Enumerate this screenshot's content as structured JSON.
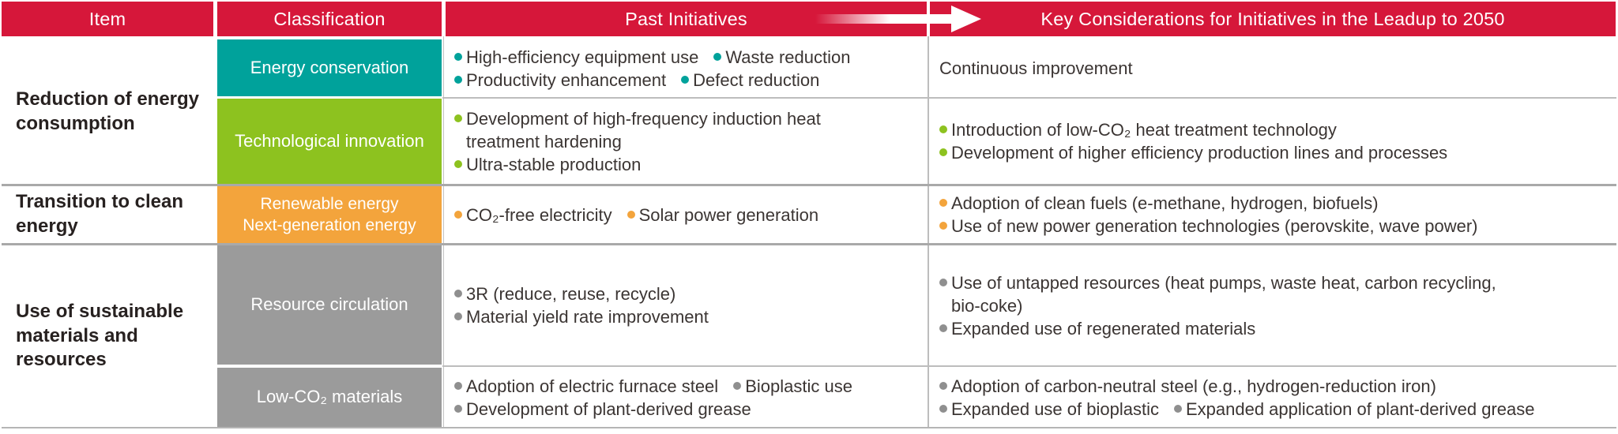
{
  "header": {
    "item": "Item",
    "classification": "Classification",
    "past": "Past Initiatives",
    "key": "Key Considerations for Initiatives in the Leadup to 2050"
  },
  "colors": {
    "red": "#d6173a",
    "teal": "#00a29b",
    "green": "#8dc21f",
    "orange": "#f3a43c",
    "gray": "#9b9b9b"
  },
  "groups": [
    {
      "item": "Reduction of energy consumption",
      "rows": [
        {
          "classification": "Energy conservation",
          "accent": "teal",
          "past": [
            [
              "High-efficiency equipment use",
              "Waste reduction"
            ],
            [
              "Productivity enhancement",
              "Defect reduction"
            ]
          ],
          "key": [
            [
              "Continuous improvement"
            ]
          ]
        },
        {
          "classification": "Technological innovation",
          "accent": "green",
          "past": [
            [
              "Development of high-frequency induction heat\ntreatment hardening"
            ],
            [
              "Ultra-stable production"
            ]
          ],
          "key": [
            [
              "Introduction of low-CO₂ heat treatment technology"
            ],
            [
              "Development of higher efficiency production lines and processes"
            ]
          ]
        }
      ]
    },
    {
      "item": "Transition to clean energy",
      "rows": [
        {
          "classification": "Renewable energy\nNext-generation energy",
          "accent": "orange",
          "past": [
            [
              "CO₂-free electricity",
              "Solar power generation"
            ]
          ],
          "key": [
            [
              "Adoption of clean fuels (e-methane, hydrogen, biofuels)"
            ],
            [
              "Use of new power generation technologies (perovskite, wave power)"
            ]
          ]
        }
      ]
    },
    {
      "item": "Use of sustainable materials and resources",
      "rows": [
        {
          "classification": "Resource circulation",
          "accent": "gray",
          "past": [
            [
              "3R (reduce, reuse, recycle)"
            ],
            [
              "Material yield rate improvement"
            ]
          ],
          "key": [
            [
              "Use of untapped resources (heat pumps, waste heat, carbon recycling,\nbio-coke)"
            ],
            [
              "Expanded use of regenerated materials"
            ]
          ]
        },
        {
          "classification": "Low-CO₂ materials",
          "accent": "gray",
          "past": [
            [
              "Adoption of electric furnace steel",
              "Bioplastic use"
            ],
            [
              "Development of plant-derived grease"
            ]
          ],
          "key": [
            [
              "Adoption of carbon-neutral steel (e.g., hydrogen-reduction iron)"
            ],
            [
              "Expanded use of bioplastic",
              "Expanded application of plant-derived grease"
            ]
          ]
        }
      ]
    }
  ]
}
